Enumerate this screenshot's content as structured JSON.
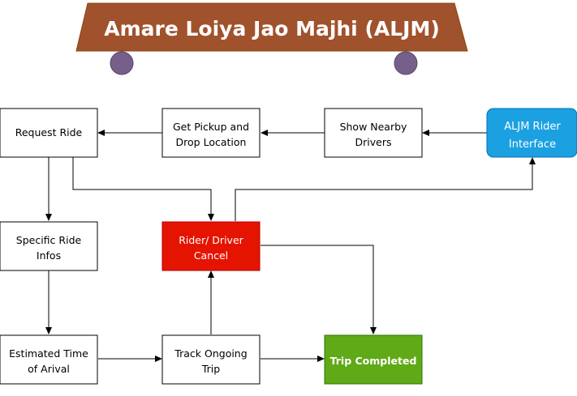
{
  "title": "Amare Loiya Jao Majhi (ALJM)",
  "colors": {
    "banner_fill": "#a0522d",
    "banner_text": "#ffffff",
    "wheel_fill": "#76608a",
    "box_stroke": "#000000",
    "rider_interface_fill": "#1ba1e2",
    "cancel_fill": "#e51400",
    "completed_fill": "#60a917"
  },
  "nodes": {
    "request_ride": {
      "line1": "Request Ride",
      "line2": ""
    },
    "get_pickup": {
      "line1": "Get Pickup and",
      "line2": "Drop Location"
    },
    "show_nearby": {
      "line1": "Show Nearby",
      "line2": "Drivers"
    },
    "rider_interface": {
      "line1": "ALJM Rider",
      "line2": "Interface"
    },
    "specific_ride": {
      "line1": "Specific Ride",
      "line2": "Infos"
    },
    "cancel": {
      "line1": "Rider/ Driver",
      "line2": "Cancel"
    },
    "estimated_time": {
      "line1": "Estimated Time",
      "line2": "of Arival"
    },
    "track_trip": {
      "line1": "Track Ongoing",
      "line2": "Trip"
    },
    "trip_completed": {
      "line1": "Trip Completed",
      "line2": ""
    }
  }
}
